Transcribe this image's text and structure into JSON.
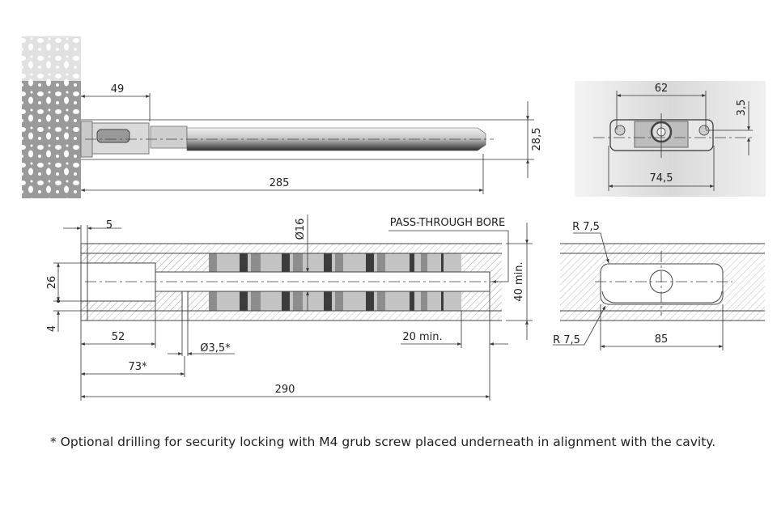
{
  "top_view": {
    "dim_mount_depth": "49",
    "dim_height": "28,5",
    "dim_length": "285"
  },
  "end_view": {
    "dim_hole_spacing": "62",
    "dim_offset": "3,5",
    "dim_width": "74,5"
  },
  "section_view": {
    "dim_plate": "5",
    "dim_cavity_height": "26",
    "dim_wall": "4",
    "dim_bore_diameter": "Ø16",
    "label_bore": "PASS-THROUGH BORE",
    "dim_min_thickness": "40 min.",
    "dim_cavity_depth": "52",
    "dim_min_end": "20 min.",
    "dim_drill_diameter": "Ø3,5*",
    "dim_drill_position": "73*",
    "dim_total_depth": "290"
  },
  "slot_view": {
    "radius_top": "R 7,5",
    "radius_bottom": "R 7,5",
    "dim_slot_length": "85"
  },
  "footnote": "* Optional drilling for security locking with M4 grub screw placed underneath in alignment with the cavity."
}
